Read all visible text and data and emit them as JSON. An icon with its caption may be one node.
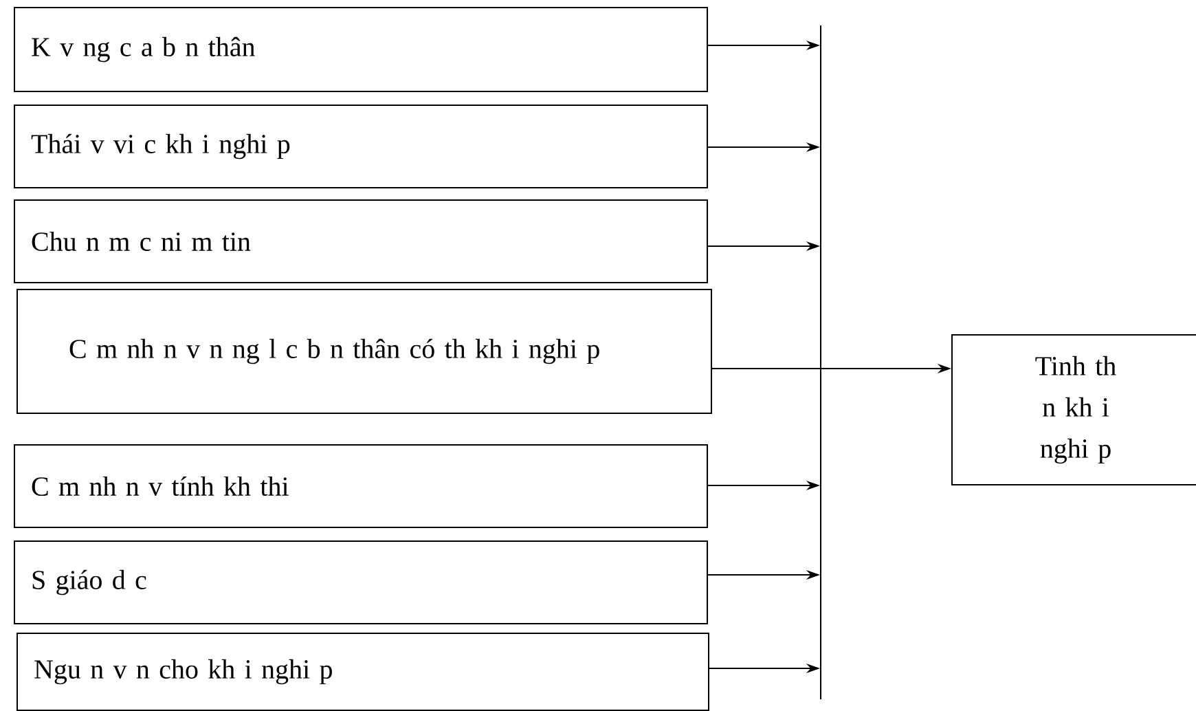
{
  "diagram": {
    "nodes": [
      {
        "text": [
          "K v ng c a b n thân"
        ]
      },
      {
        "text": [
          "Thái v vi c kh i nghi p"
        ]
      },
      {
        "text": [
          "Chu n m c ni m tin"
        ]
      },
      {
        "text": [
          "C m nh n v n ng l c b n thân có th kh i nghi p"
        ]
      },
      {
        "text": [
          "C m nh n v tính kh thi"
        ]
      },
      {
        "text": [
          "S giáo d c"
        ]
      },
      {
        "text": [
          "Ngu n v n cho kh i nghi p"
        ]
      },
      {
        "text": [],
        "shape": "bar"
      },
      {
        "text": [
          "Tinh th n kh i nghi p"
        ]
      }
    ],
    "edges": [
      {
        "from": 0,
        "to": 7,
        "arrow": "to"
      },
      {
        "from": 1,
        "to": 7,
        "arrow": "to"
      },
      {
        "from": 2,
        "to": 7,
        "arrow": "to"
      },
      {
        "from": 3,
        "to": 8,
        "arrow": "to"
      },
      {
        "from": 4,
        "to": 7,
        "arrow": "to"
      },
      {
        "from": 5,
        "to": 7,
        "arrow": "to"
      },
      {
        "from": 6,
        "to": 7,
        "arrow": "to"
      }
    ]
  }
}
